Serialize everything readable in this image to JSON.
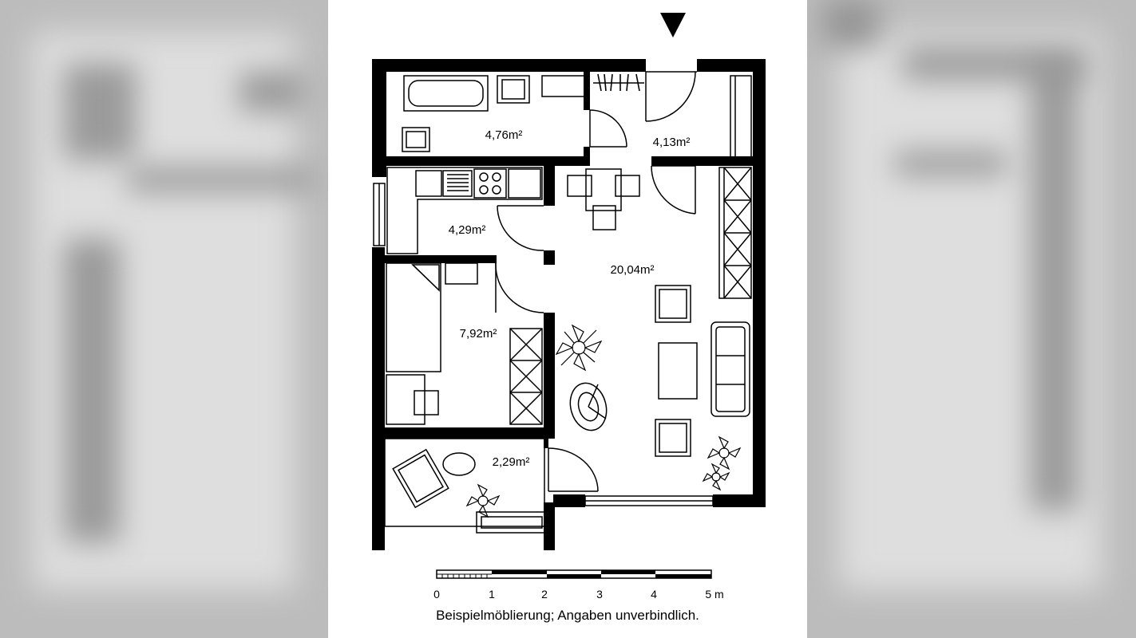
{
  "rooms": [
    {
      "id": "bathroom",
      "area": "4,76m²"
    },
    {
      "id": "hallway",
      "area": "4,13m²"
    },
    {
      "id": "kitchen",
      "area": "4,29m²"
    },
    {
      "id": "living-room",
      "area": "20,04m²"
    },
    {
      "id": "bedroom",
      "area": "7,92m²"
    },
    {
      "id": "balcony",
      "area": "2,29m²"
    }
  ],
  "scale_bar": {
    "ticks": [
      "0",
      "1",
      "2",
      "3",
      "4",
      "5 m"
    ]
  },
  "caption": "Beispielmöblierung; Angaben unverbindlich.",
  "colors": {
    "ink": "#000000",
    "paper": "#ffffff",
    "backdrop": "#b9b9b9"
  }
}
